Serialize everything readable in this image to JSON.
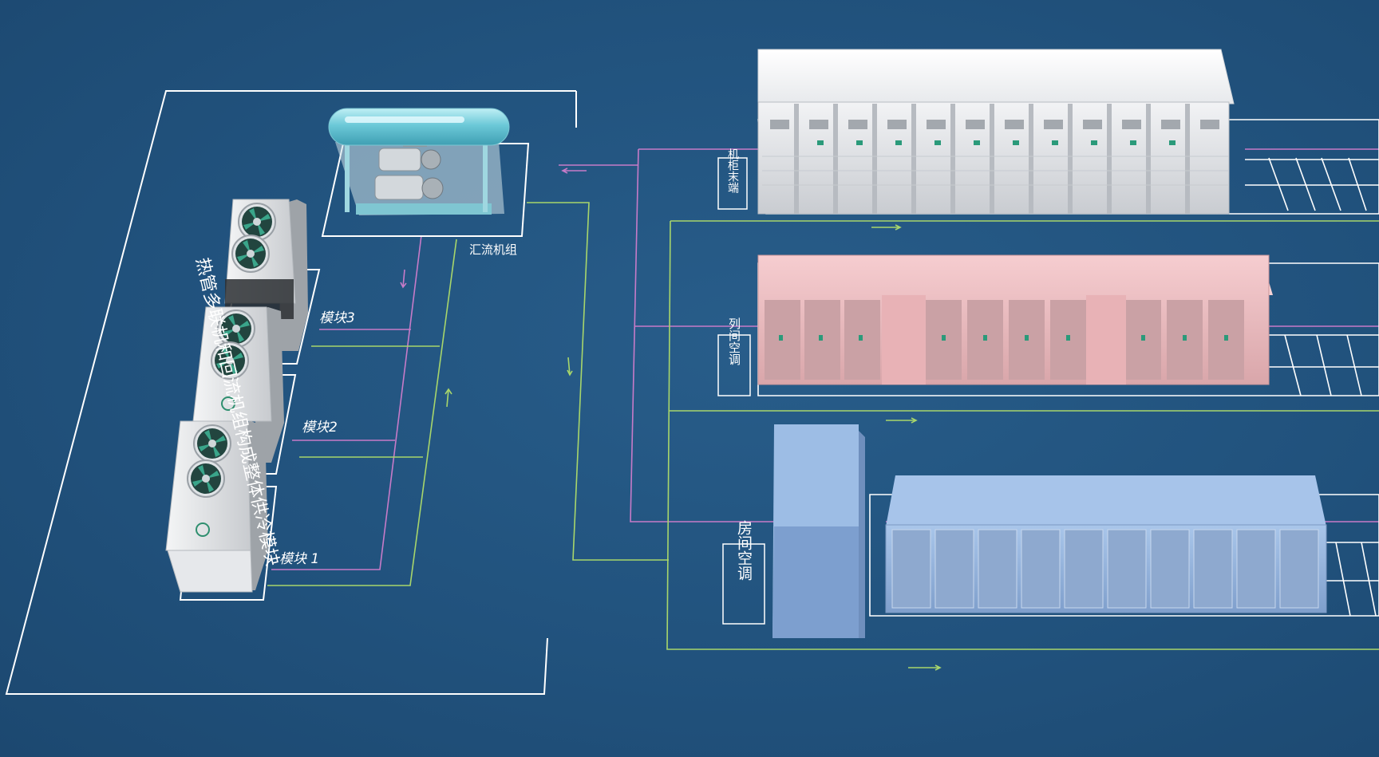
{
  "labels": {
    "system_label": "热管多联机和回流机组构成整体供冷模块",
    "junction_unit": "汇流机组",
    "module_1": "模块 1",
    "module_2": "模块2",
    "module_3": "模块3",
    "rack_terminal": "机柜末端",
    "inrow_ac": "列间空调",
    "room_ac": "房间空调"
  },
  "colors": {
    "background": "#21527d",
    "outline": "#ffffff",
    "supply_line": "#a8d66b",
    "return_line": "#c77bc8",
    "rack_cabinet": "#eef0f2",
    "inrow_cabinet": "#f2c4c6",
    "room_cabinet": "#a8c5ea"
  },
  "icons": [
    "fan-icon",
    "pump-icon",
    "tank-icon",
    "flow-arrow-icon"
  ]
}
